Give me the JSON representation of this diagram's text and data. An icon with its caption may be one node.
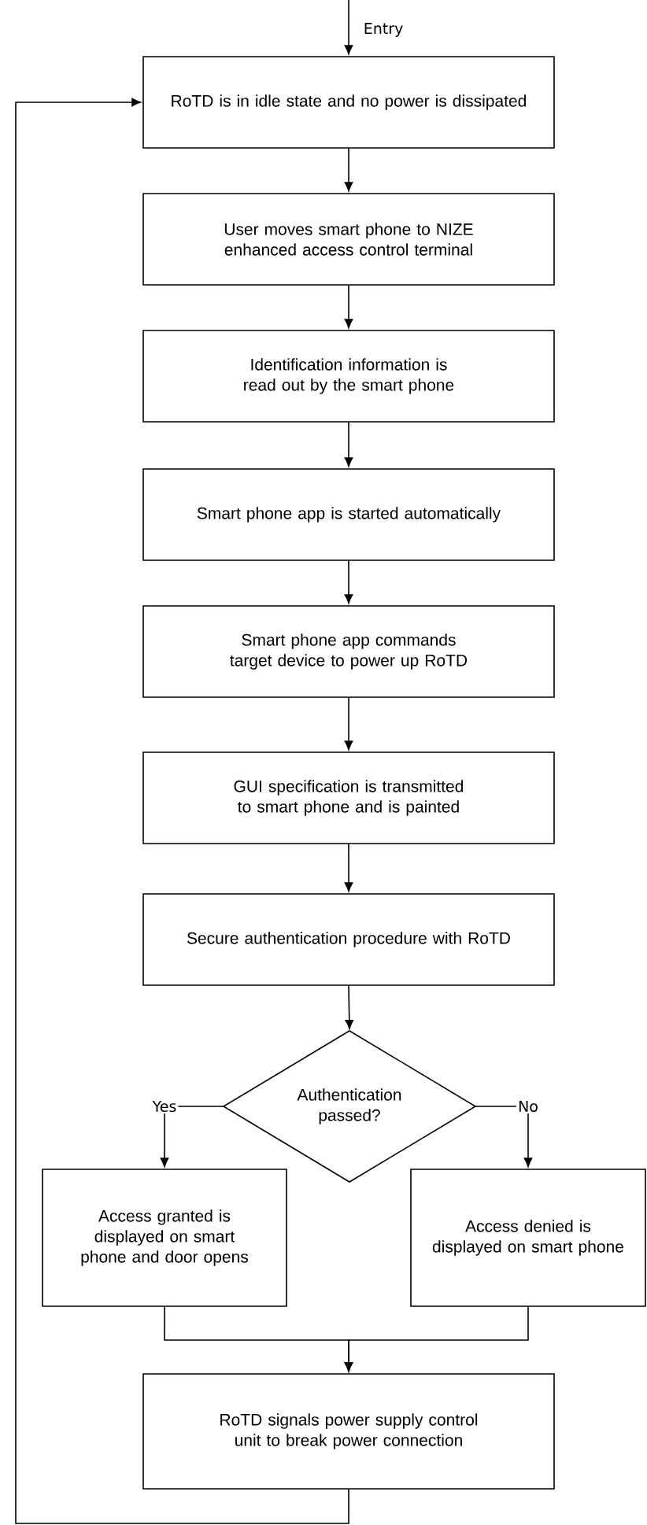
{
  "diagram": {
    "nodes": [
      {
        "text": [
          "RoTD is in idle state and no power is dissipated"
        ]
      },
      {
        "text": [
          "User moves smart phone to NIZE enhanced access control terminal"
        ]
      },
      {
        "text": [
          "Identification information is read out by the smart phone"
        ]
      },
      {
        "text": [
          "Smart phone app is started automatically"
        ]
      },
      {
        "text": [
          "Smart phone app commands target device to power up RoTD"
        ]
      },
      {
        "text": [
          "GUI specification is transmitted to smart phone and is painted"
        ]
      },
      {
        "text": [
          "Secure authentication procedure with RoTD"
        ]
      },
      {
        "text": [
          "Authentication passed?"
        ]
      },
      {
        "text": [
          "Access granted is displayed on smart phone and door opens"
        ]
      },
      {
        "text": [
          "Access denied is displayed on smart phone"
        ]
      },
      {
        "text": [
          "RoTD signals power supply control unit to break power connection"
        ]
      }
    ],
    "edges": [
      {
        "from": null,
        "to": 0,
        "arrow": "to",
        "label": "Entry"
      },
      {
        "from": 0,
        "to": 1,
        "arrow": "to"
      },
      {
        "from": 1,
        "to": 2,
        "arrow": "to"
      },
      {
        "from": 2,
        "to": 3,
        "arrow": "to"
      },
      {
        "from": 3,
        "to": 4,
        "arrow": "to"
      },
      {
        "from": 4,
        "to": 5,
        "arrow": "to"
      },
      {
        "from": 5,
        "to": 6,
        "arrow": "to"
      },
      {
        "from": 6,
        "to": 7,
        "arrow": "to"
      },
      {
        "from": 7,
        "to": 8,
        "arrow": "to",
        "label": "Yes"
      },
      {
        "from": 7,
        "to": 9,
        "arrow": "to",
        "label": "No"
      },
      {
        "from": 8,
        "to": 10,
        "arrow": "to"
      },
      {
        "from": 9,
        "to": 10,
        "arrow": "to"
      },
      {
        "from": 10,
        "to": 0,
        "arrow": "to"
      }
    ]
  }
}
